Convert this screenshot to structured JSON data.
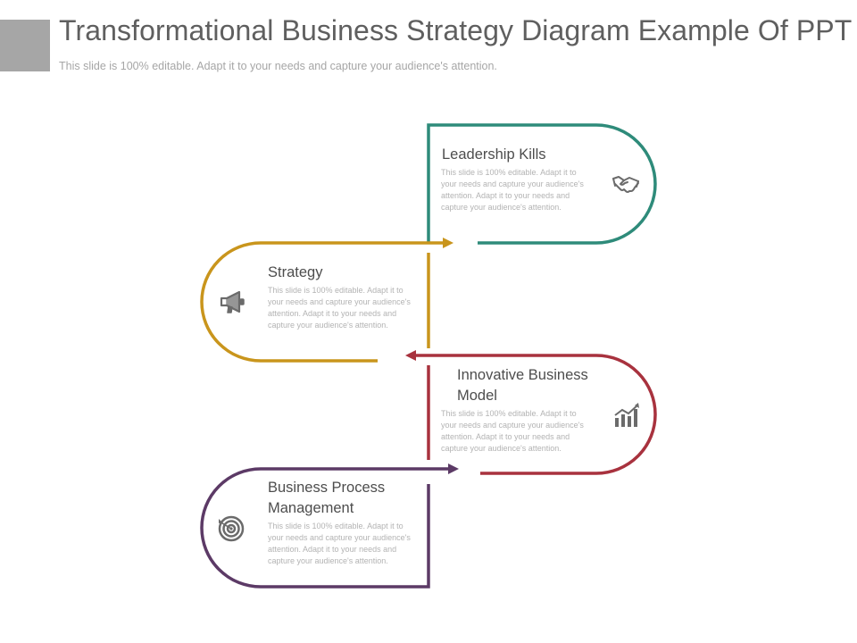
{
  "header": {
    "title": "Transformational Business Strategy Diagram Example Of PPT",
    "subtitle": "This slide is 100% editable. Adapt it to your needs and capture your audience's attention."
  },
  "steps": [
    {
      "title": "Leadership Kills",
      "description": "This slide is 100% editable. Adapt it to your needs and capture your audience's attention. Adapt it to your needs and capture your audience's attention.",
      "color": "#2e8b7a",
      "icon": "handshake-icon"
    },
    {
      "title": "Strategy",
      "description": "This slide is 100% editable. Adapt it to your needs and capture your audience's attention. Adapt it to your needs and capture your audience's attention.",
      "color": "#c9951c",
      "icon": "megaphone-icon"
    },
    {
      "title": "Innovative Business Model",
      "description": "This slide is 100% editable. Adapt it to your needs and capture your audience's attention. Adapt it to your needs and capture your audience's attention.",
      "color": "#a8323e",
      "icon": "bar-chart-icon"
    },
    {
      "title": "Business Process Management",
      "description": "This slide is 100% editable. Adapt it to your needs and capture your audience's attention. Adapt it to your needs and capture your audience's attention.",
      "color": "#5c3a66",
      "icon": "target-icon"
    }
  ]
}
